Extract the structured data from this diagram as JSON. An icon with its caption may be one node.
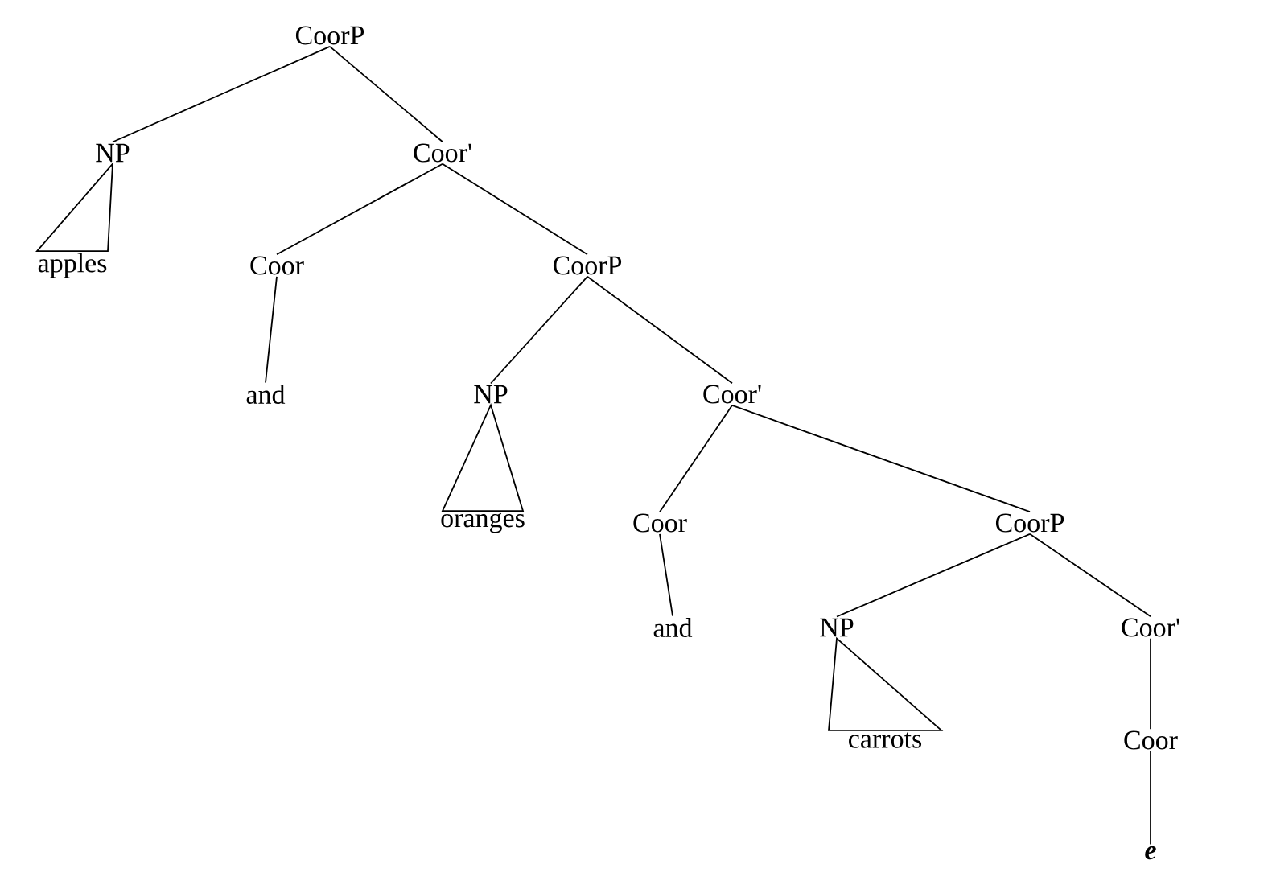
{
  "diagram": {
    "nodes": [
      {
        "text": [
          "CoorP"
        ]
      },
      {
        "text": [
          "NP"
        ]
      },
      {
        "text": [
          "Coor'"
        ]
      },
      {
        "text": [
          "apples"
        ]
      },
      {
        "text": [
          "Coor"
        ]
      },
      {
        "text": [
          "CoorP"
        ]
      },
      {
        "text": [
          "and"
        ]
      },
      {
        "text": [
          "NP"
        ]
      },
      {
        "text": [
          "Coor'"
        ]
      },
      {
        "text": [
          "oranges"
        ]
      },
      {
        "text": [
          "Coor"
        ]
      },
      {
        "text": [
          "CoorP"
        ]
      },
      {
        "text": [
          "and"
        ]
      },
      {
        "text": [
          "NP"
        ]
      },
      {
        "text": [
          "Coor'"
        ]
      },
      {
        "text": [
          "carrots"
        ]
      },
      {
        "text": [
          "Coor"
        ]
      },
      {
        "text": [
          "e"
        ]
      }
    ],
    "edges": [
      {
        "from": 0,
        "to": 1,
        "arrow": "none"
      },
      {
        "from": 0,
        "to": 2,
        "arrow": "none"
      },
      {
        "from": 1,
        "to": 3,
        "arrow": "none"
      },
      {
        "from": 2,
        "to": 4,
        "arrow": "none"
      },
      {
        "from": 2,
        "to": 5,
        "arrow": "none"
      },
      {
        "from": 4,
        "to": 6,
        "arrow": "none"
      },
      {
        "from": 5,
        "to": 7,
        "arrow": "none"
      },
      {
        "from": 5,
        "to": 8,
        "arrow": "none"
      },
      {
        "from": 7,
        "to": 9,
        "arrow": "none"
      },
      {
        "from": 8,
        "to": 10,
        "arrow": "none"
      },
      {
        "from": 8,
        "to": 11,
        "arrow": "none"
      },
      {
        "from": 10,
        "to": 12,
        "arrow": "none"
      },
      {
        "from": 11,
        "to": 13,
        "arrow": "none"
      },
      {
        "from": 11,
        "to": 14,
        "arrow": "none"
      },
      {
        "from": 13,
        "to": 15,
        "arrow": "none"
      },
      {
        "from": 14,
        "to": 16,
        "arrow": "none"
      },
      {
        "from": 16,
        "to": 17,
        "arrow": "none"
      }
    ]
  }
}
